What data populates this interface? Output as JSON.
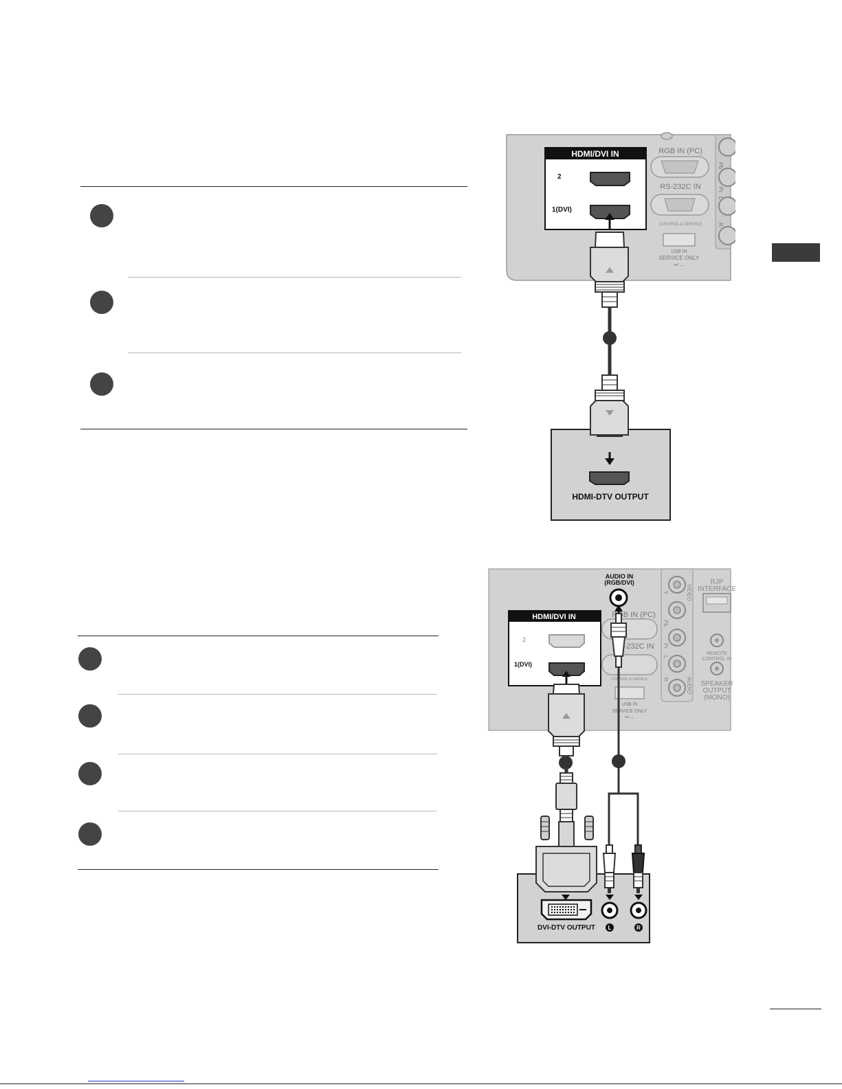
{
  "section1": {
    "diagram": {
      "panel_header": "HDMI/DVI IN",
      "port_2": "2",
      "port_1": "1(DVI)",
      "rgb_label": "RGB IN (PC)",
      "rs232_label": "RS-232C IN",
      "control_service": "CONTROL & SERVICE",
      "usb_line1": "USB IN",
      "usb_line2": "SERVICE ONLY",
      "usb_line3": "•<→",
      "side_pb": "Pb",
      "side_pr": "Pr",
      "side_l": "L",
      "side_r": "R",
      "source_label": "HDMI-DTV OUTPUT"
    }
  },
  "section2": {
    "diagram": {
      "audio_line1": "AUDIO IN",
      "audio_line2": "(RGB/DVI)",
      "panel_header": "HDMI/DVI IN",
      "port_2": "2",
      "port_1": "1(DVI)",
      "rgb_label": "RGB IN (PC)",
      "rs232_label": "RS-232C IN",
      "control_service": "CONTROL & SERVICE",
      "usb_line1": "USB IN",
      "usb_line2": "SERVICE ONLY",
      "usb_line3": "•<→",
      "rjp_line1": "RJP",
      "rjp_line2": "INTERFACE",
      "remote_line1": "REMOTE",
      "remote_line2": "CONTROL IN",
      "speaker_line1": "SPEAKER",
      "speaker_line2": "OUTPUT",
      "speaker_line3": "(MONO)",
      "video_label": "VIDEO",
      "audio_side_label": "AUDIO",
      "side_y": "Y",
      "side_pb": "Pb",
      "side_pr": "Pr",
      "side_l": "L",
      "side_r": "R",
      "source_label": "DVI-DTV OUTPUT",
      "jack_l": "L",
      "jack_r": "R"
    }
  }
}
